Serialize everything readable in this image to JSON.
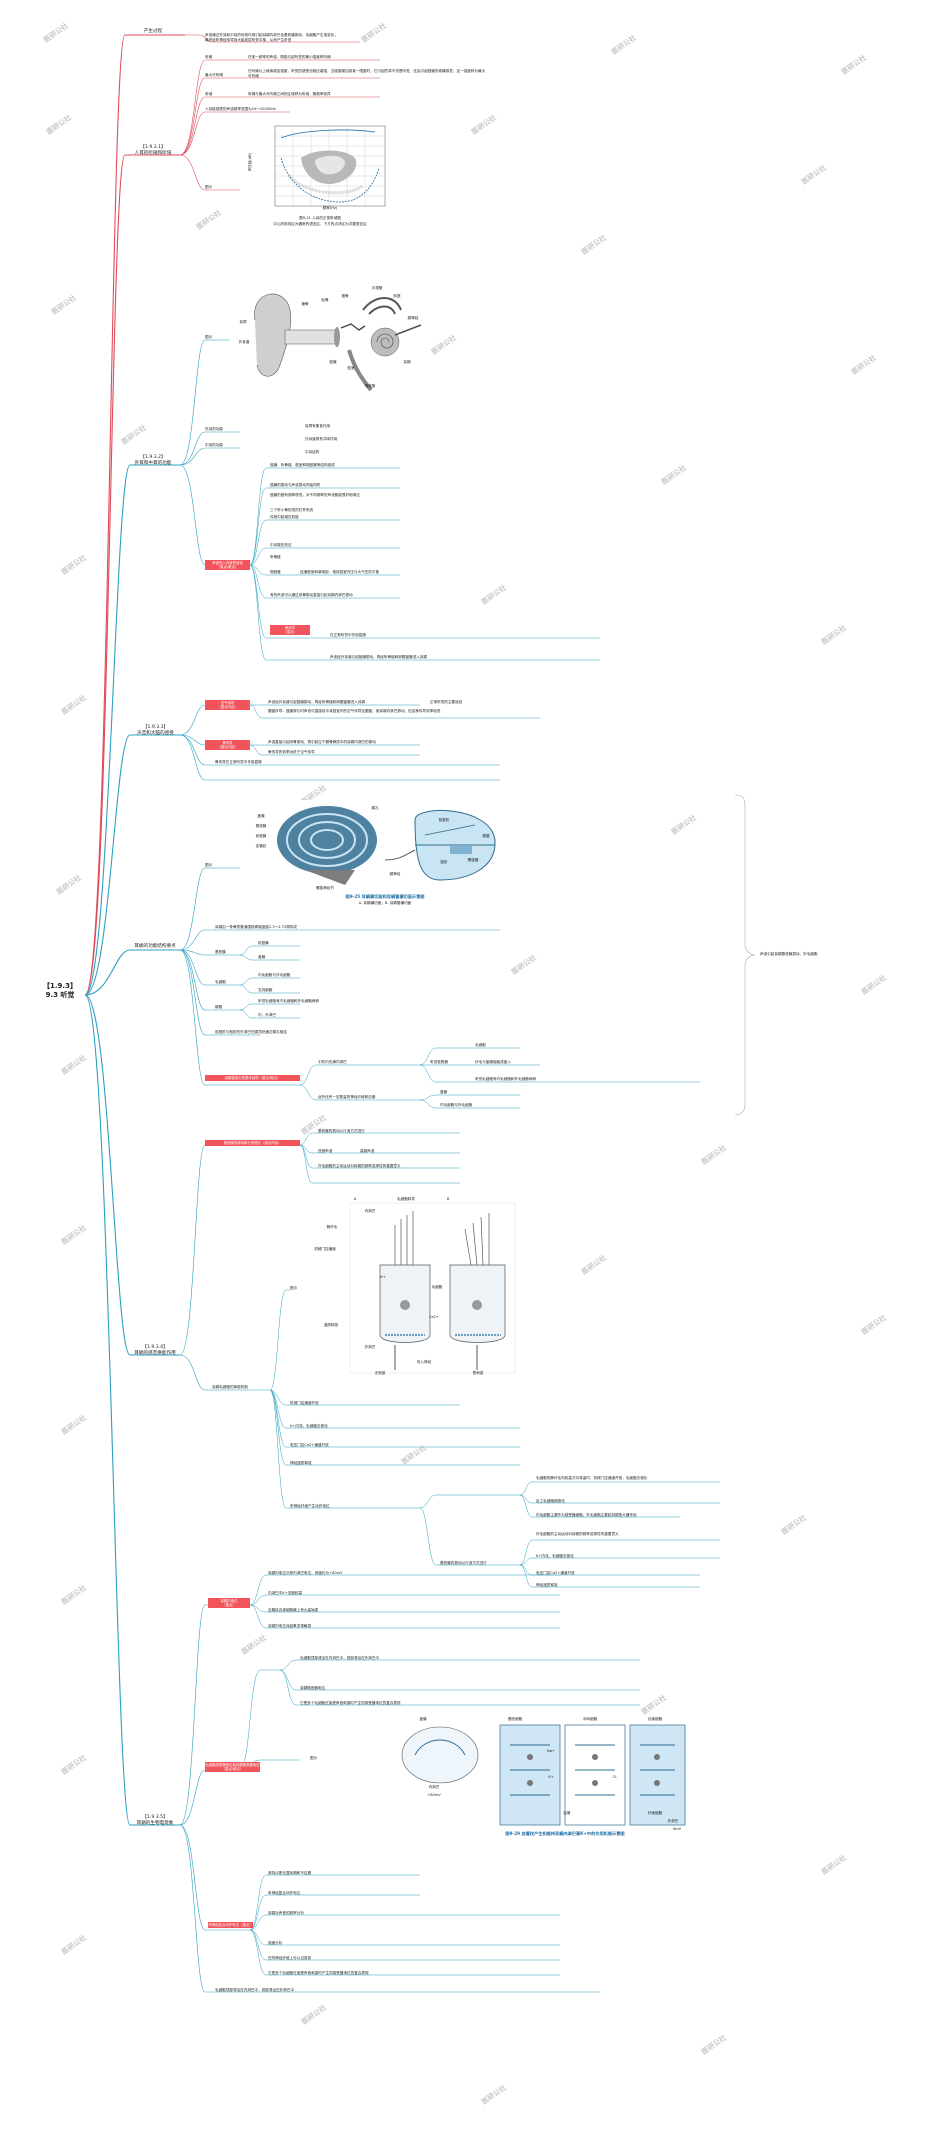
{
  "root": {
    "line1": "【1.9.3】",
    "line2": "9.3 听觉"
  },
  "sections": {
    "s0": {
      "title": "产生过程",
      "text1": "声波通过外耳和中耳的传音作用引起耳蜗内淋巴及基底膜振动，毛细胞产生电变化，",
      "text2": "最终经听神经传导到大脑皮层听觉中枢，从而产生听觉"
    },
    "s1": {
      "title": "【1.9.3.1】",
      "subtitle": "人耳的听阈和听域",
      "items": [
        "听阈",
        "最大可听阈",
        "听域",
        "人耳能感受的声波频率范围为20～20000Hz",
        "图示"
      ],
      "notes": [
        "在某一频率的声波，刚能引起听觉的最小强度称听阈",
        "在听阈以上继续增加强度，听觉的感受也相应增强，当强度增加到某一限度时，它引起的将不仅是听觉，还会引起鼓膜的疼痛感觉，这一强度称为最大可听阈",
        "听阈与最大可听阈之间的区域称为听域，随频率而异"
      ],
      "fig_caption1": "图9-21 人耳的正常听域图",
      "fig_caption2": "中心的斜线区为通常的语言区，下方的点状区为次要语言区",
      "fig_xlabel": "频率(Hz)",
      "fig_ylabel": "声压级(dB)"
    },
    "s2": {
      "title": "【1.9.3.2】",
      "subtitle": "外耳和中耳的功能",
      "items": [
        "图示",
        "外耳的功能",
        "中耳的功能"
      ],
      "ear_labels": [
        "锤骨",
        "砧骨",
        "镫骨",
        "半规管",
        "前庭",
        "耳廓",
        "外耳道",
        "鼓膜",
        "鼓室",
        "咽鼓管",
        "蜗神经",
        "耳蜗"
      ],
      "notes": [
        "耳廓有集音作用",
        "外耳道具有共鸣作用",
        "中耳结构",
        "鼓膜、听骨链、鼓室和咽鼓管等结构组成",
        "鼓膜的振动与声波振动同始同终",
        "鼓膜的固有频率很低，对不同频率的声波都能很好地响应",
        "三个听小骨形成的杠杆系统",
        "传音中起增压效能",
        "中耳增压效应",
        "听骨链",
        "咽鼓管",
        "连通鼓室和鼻咽部，维持鼓室内压与大气压的平衡",
        "有的声波可以通过颅骨振动直接引起耳蜗内淋巴振动",
        "骨传导",
        "在正常听觉中作用甚微",
        "声波经外耳道引起鼓膜振动，再经听骨链和卵圆窗膜进入耳蜗"
      ],
      "tag1": "声波传入内耳的途径",
      "tag2": "（重点/难点）",
      "tag3": "（重点）"
    },
    "s3": {
      "title": "【1.9.3.3】",
      "subtitle": "声音和大脑的感受",
      "tag1": "空气传导",
      "tag2": "（重点内容）",
      "tag3": "骨传导",
      "tag4": "（重点内容）",
      "notes": [
        "声波经外耳道引起鼓膜振动，再经听骨链和卵圆窗膜进入耳蜗",
        "正常听觉的主要途径",
        "圆窗传导：鼓膜穿孔时声波可直接经中耳鼓室内的空气传导至圆窗，使耳蜗内淋巴振动，但这种传导效率较低",
        "声波直接引起颅骨振动，再引起位于颞骨骨质中的耳蜗内淋巴的振动",
        "骨传导的效率远低于空气传导",
        "骨传导在正常听觉中作用甚微"
      ]
    },
    "s4": {
      "title": "耳蜗的功能结构要点",
      "fig_caption1": "图9-25 耳蜗横切面和耳蜗管横切面示意图",
      "fig_caption2": "A. 耳蜗横切面；B. 耳蜗管横切面",
      "cochlea_labels": [
        "蜗孔",
        "前庭阶",
        "鼓阶",
        "蜗管",
        "蜗神经",
        "螺旋器",
        "盖膜",
        "基底膜",
        "前庭膜",
        "血管纹",
        "螺旋神经节"
      ],
      "notes": [
        "耳蜗由一条骨质管道围绕蜗轴盘旋2.5～2.75周构成",
        "基底膜",
        "前庭膜",
        "盖膜",
        "毛细胞",
        "内毛细胞与外毛细胞",
        "支持细胞",
        "蜗管",
        "听觉毛细胞有内毛细胞和外毛细胞两种",
        "内、外淋巴",
        "前庭阶与鼓阶的外淋巴在蜗顶处通过蜗孔相连",
        "中阶内充满内淋巴",
        "此外还有一定数量的神经纤维和血管",
        "听觉感受器",
        "毛细胞",
        "纤毛与盖膜接触或嵌入"
      ],
      "tag1": "耳蜗各部分的基本结构（重点/难点）",
      "right_note": "声波引起耳蜗基底膜振动，外毛细胞"
    },
    "s5": {
      "title": "【1.9.3.4】",
      "subtitle": "耳蜗的感音换能作用",
      "tag1": "基底膜的振动和行波理论（重点内容）",
      "hair_labels": [
        "A",
        "B",
        "内淋巴",
        "外淋巴",
        "毛细胞",
        "K+",
        "Ca2+",
        "静纤毛",
        "机械门控通道",
        "递质释放",
        "传入神经",
        "毛细胞转导",
        "无刺激",
        "受刺激"
      ],
      "notes": [
        "基底膜的振动以行波方式进行",
        "低频声波",
        "高频声波",
        "外毛细胞的主动运动对耳蜗的频率选择性有重要意义",
        "耳蜗毛细胞的换能机制",
        "机械门控通道开放",
        "K+内流，毛细胞去极化",
        "电压门控Ca2+通道开放",
        "神经递质释放",
        "听神经纤维产生动作电位",
        "毛细胞的静纤毛向较高方向弯曲时，机械门控通道开放，毛细胞去极化",
        "反之毛细胞超极化",
        "内毛细胞主要作为感受器细胞，外毛细胞主要起耳蜗放大器作用"
      ]
    },
    "s6": {
      "title": "【1.9.3.5】",
      "subtitle": "耳蜗的生物电现象",
      "tag1": "耳蜗内电位",
      "tag2": "（重点）",
      "tag3": "毛细胞感受器电位和耳蜗微音器电位（重点/难点）",
      "tag4": "听神经复合动作电位（重点）",
      "fig_caption1": "图9-29 血管纹产生和维持耳蜗内淋巴高K+中的作用机制示意图",
      "strial_labels": [
        "盖膜",
        "基底细胞",
        "中间细胞",
        "边缘细胞",
        "纤维细胞",
        "内淋巴",
        "外淋巴",
        "血管",
        "+80mV",
        "0mV",
        "Na+",
        "K+",
        "Cl-"
      ],
      "notes": [
        "耳蜗内电位又称内淋巴电位，其值约为+80mV",
        "内淋巴中K+浓度较高",
        "血管纹边缘细胞膜上有大量钠泵",
        "耳蜗内电位对缺氧非常敏感",
        "毛细胞顶部浸浴在内淋巴中，底部浸浴在外淋巴中",
        "耳蜗微音器电位",
        "它是多个毛细胞在接受声音刺激时产生的感受器电位的复合表现",
        "其特点是无潜伏期和不应期",
        "听神经复合动作电位",
        "耳蜗对声音的频率分析",
        "强度分析",
        "在听神经纤维上可以记录到"
      ]
    }
  },
  "watermark": "医研公社"
}
